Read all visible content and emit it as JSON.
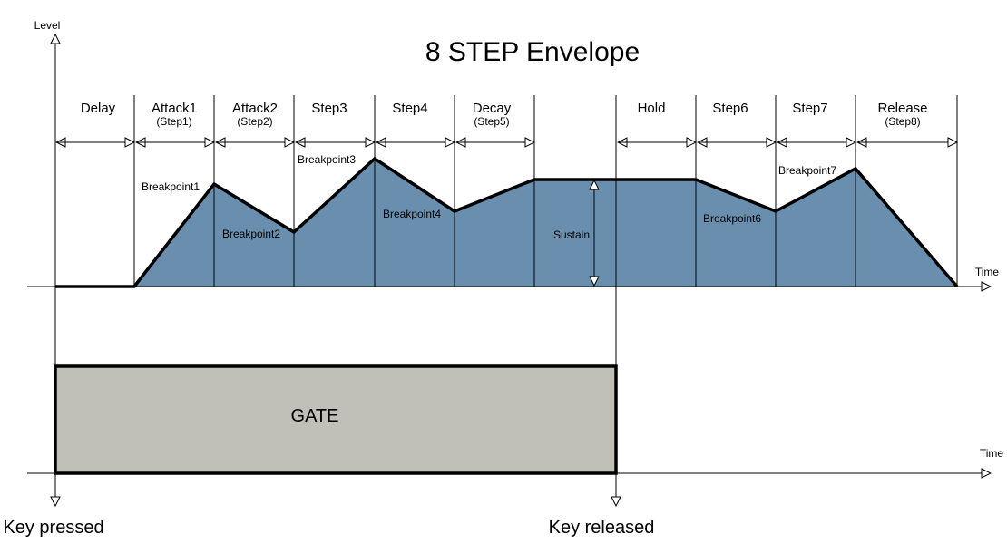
{
  "title": "8 STEP Envelope",
  "axes": {
    "level_label": "Level",
    "time_label_top": "Time",
    "time_label_bottom": "Time"
  },
  "segments": [
    {
      "label": "Delay",
      "sub": ""
    },
    {
      "label": "Attack1",
      "sub": "(Step1)"
    },
    {
      "label": "Attack2",
      "sub": "(Step2)"
    },
    {
      "label": "Step3",
      "sub": ""
    },
    {
      "label": "Step4",
      "sub": ""
    },
    {
      "label": "Decay",
      "sub": "(Step5)"
    },
    {
      "label": "Hold",
      "sub": ""
    },
    {
      "label": "Step6",
      "sub": ""
    },
    {
      "label": "Step7",
      "sub": ""
    },
    {
      "label": "Release",
      "sub": "(Step8)"
    }
  ],
  "breakpoints": [
    "Breakpoint1",
    "Breakpoint2",
    "Breakpoint3",
    "Breakpoint4",
    "Breakpoint6",
    "Breakpoint7"
  ],
  "sustain_label": "Sustain",
  "gate_label": "GATE",
  "key_pressed": "Key pressed",
  "key_released": "Key released",
  "colors": {
    "envelope_fill": "#6a8fae",
    "gate_fill": "#c0c0b8",
    "line": "#000000"
  }
}
